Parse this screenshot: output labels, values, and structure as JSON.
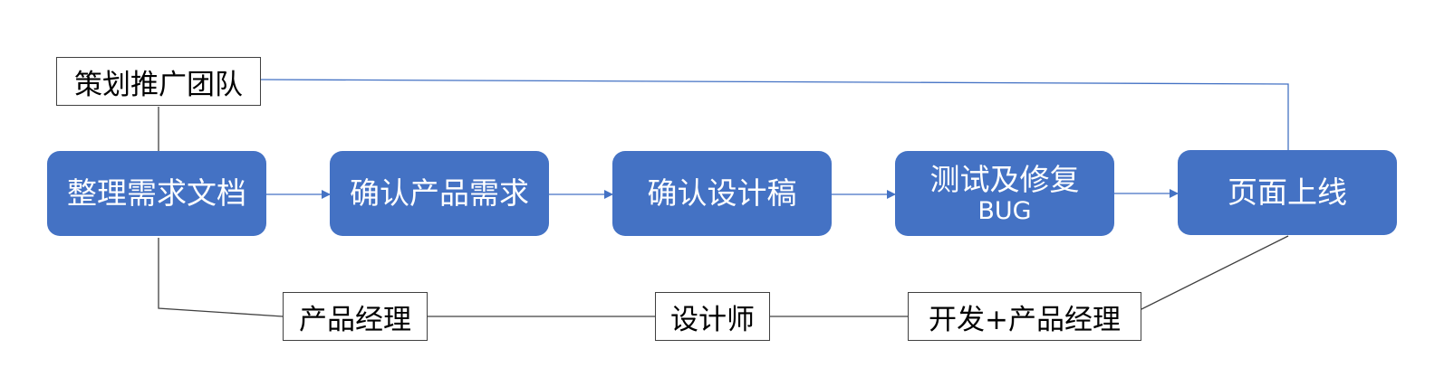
{
  "diagram": {
    "team_label": "策划推广团队",
    "steps": [
      {
        "line1": "整理需求文档",
        "line2": ""
      },
      {
        "line1": "确认产品需求",
        "line2": ""
      },
      {
        "line1": "确认设计稿",
        "line2": ""
      },
      {
        "line1": "测试及修复",
        "line2": "BUG"
      },
      {
        "line1": "页面上线",
        "line2": ""
      }
    ],
    "roles": [
      "产品经理",
      "设计师",
      "开发+产品经理"
    ],
    "colors": {
      "step_fill": "#4472c4",
      "step_text": "#ffffff",
      "arrow": "#4472c4",
      "team_connector": "#4472c4",
      "role_connector": "#404040",
      "role_border": "#404040"
    }
  }
}
